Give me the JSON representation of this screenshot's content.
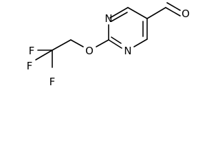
{
  "molecule": {
    "atoms": {
      "n_top": "N",
      "n_bottom": "N",
      "o_ether": "O",
      "o_aldehyde": "O",
      "f_left": "F",
      "f_mid": "F",
      "f_bottom": "F"
    }
  }
}
